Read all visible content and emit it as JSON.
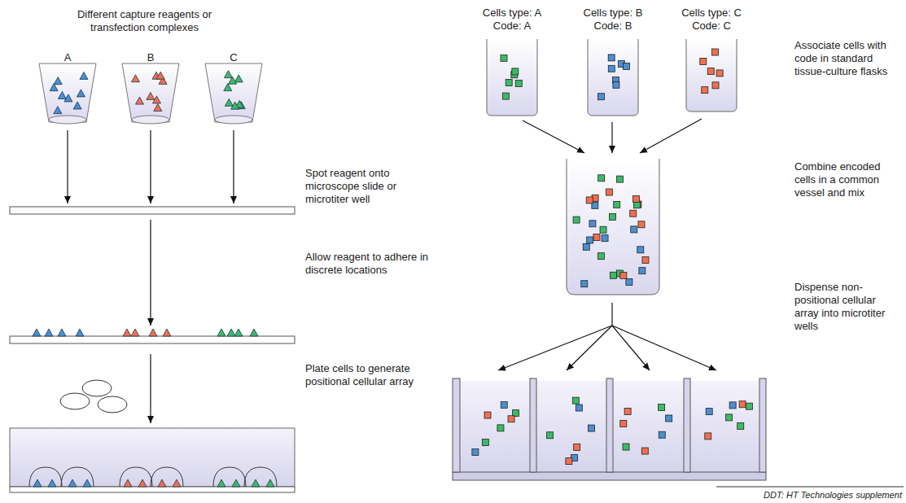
{
  "diagram": {
    "labels": [
      "Different capture reagents or transfection complexes",
      "A",
      "B",
      "C",
      "Spot reagent onto microscope slide or microtiter well",
      "Allow reagent to adhere in discrete locations",
      "Plate cells to generate positional cellular array",
      "Cells type: A Code: A",
      "Cells type: B Code: B",
      "Cells type: C Code: C",
      "Associate cells with code in standard tissue-culture flasks",
      "Combine encoded cells in a common vessel and mix",
      "Dispense non-positional cellular array into microtiter wells",
      "DDT: HT Technologies supplement"
    ]
  }
}
